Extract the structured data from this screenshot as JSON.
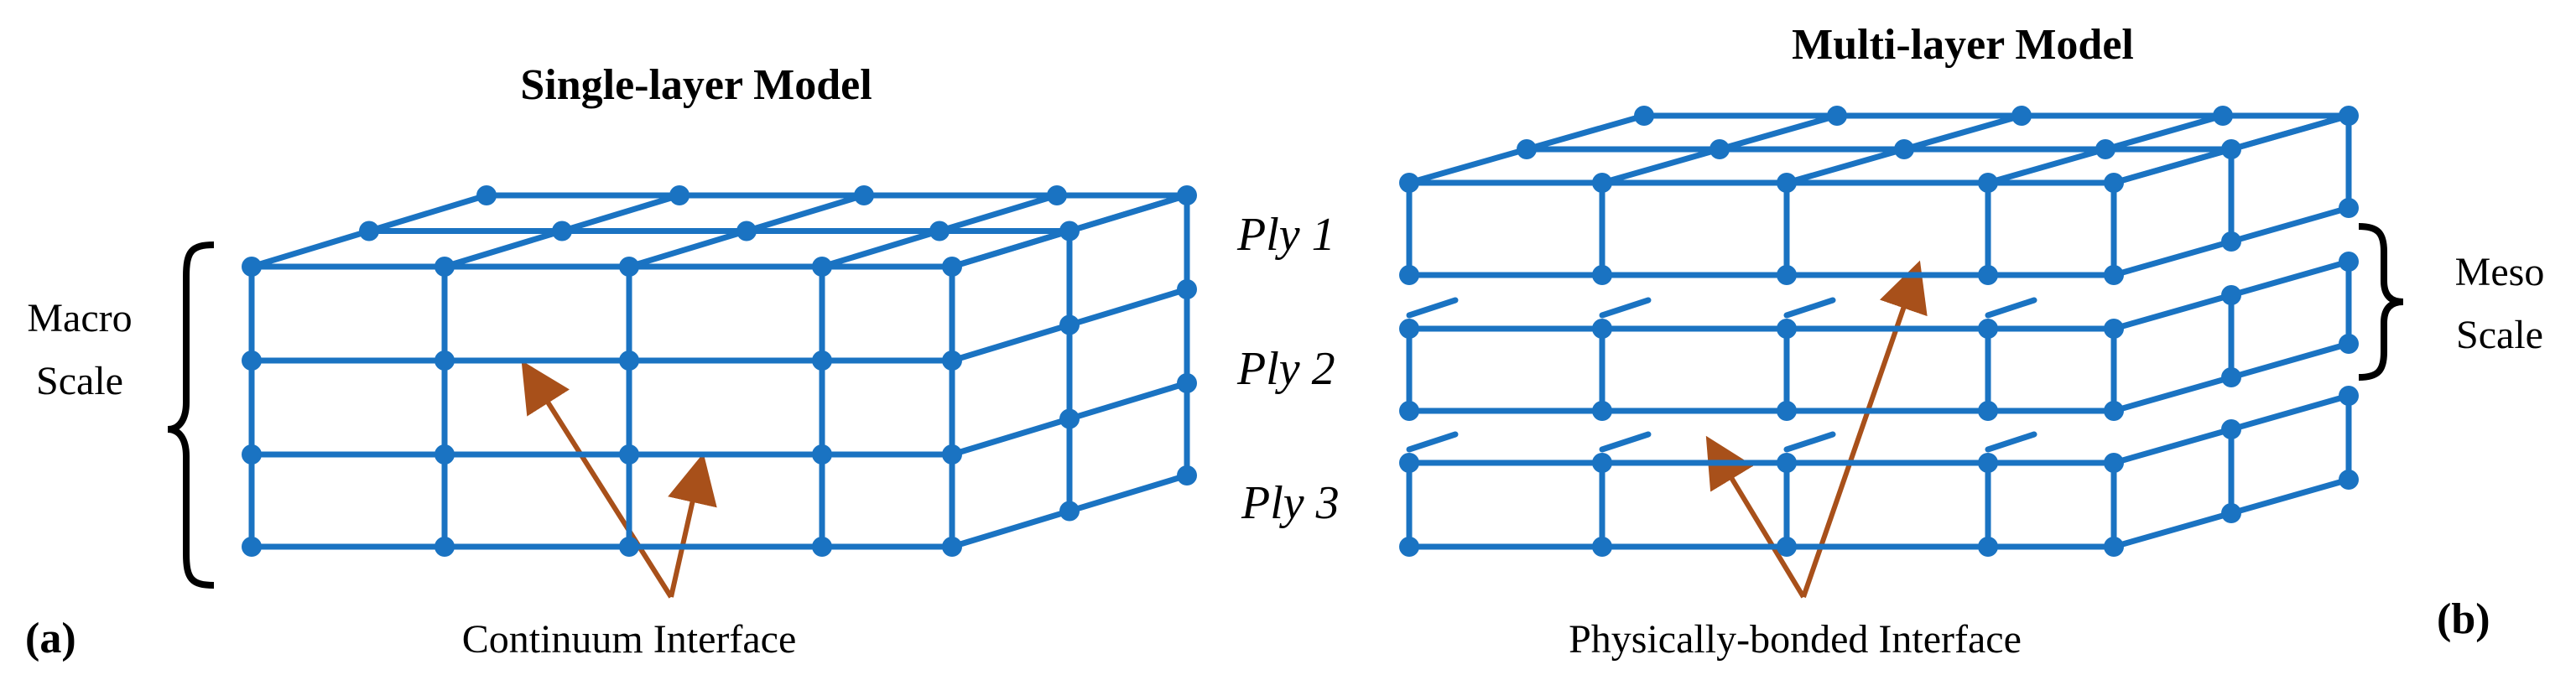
{
  "panel_a": {
    "title": "Single-layer Model",
    "tag": "(a)",
    "scale_label_line1": "Macro",
    "scale_label_line2": "Scale",
    "interface_label": "Continuum Interface"
  },
  "panel_b": {
    "title": "Multi-layer Model",
    "tag": "(b)",
    "scale_label_line1": "Meso",
    "scale_label_line2": "Scale",
    "interface_label": "Physically-bonded Interface",
    "plies": [
      "Ply 1",
      "Ply 2",
      "Ply 3"
    ]
  },
  "colors": {
    "mesh": "#1a73c2",
    "arrow": "#a8501a",
    "text": "#000000"
  }
}
